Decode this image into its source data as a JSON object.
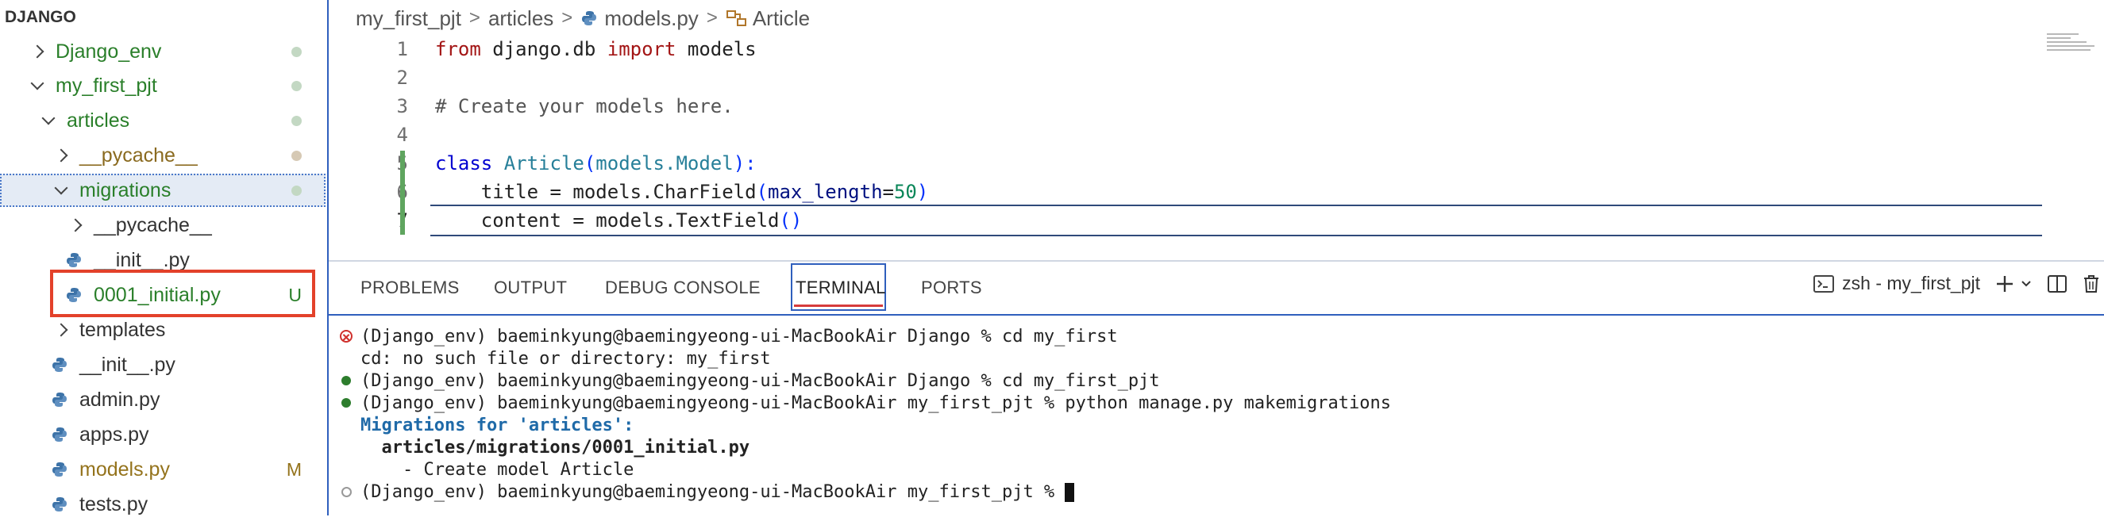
{
  "sidebar": {
    "header": "DJANGO",
    "items": [
      {
        "label": "Django_env",
        "marker": ""
      },
      {
        "label": "my_first_pjt",
        "marker": ""
      },
      {
        "label": "articles",
        "marker": ""
      },
      {
        "label": "__pycache__",
        "marker": ""
      },
      {
        "label": "migrations",
        "marker": ""
      },
      {
        "label": "__pycache__",
        "marker": ""
      },
      {
        "label": "__init__.py",
        "marker": ""
      },
      {
        "label": "0001_initial.py",
        "marker": "U"
      },
      {
        "label": "templates",
        "marker": ""
      },
      {
        "label": "__init__.py",
        "marker": ""
      },
      {
        "label": "admin.py",
        "marker": ""
      },
      {
        "label": "apps.py",
        "marker": ""
      },
      {
        "label": "models.py",
        "marker": "M"
      },
      {
        "label": "tests.py",
        "marker": ""
      }
    ]
  },
  "breadcrumb": {
    "parts": [
      "my_first_pjt",
      "articles",
      "models.py",
      "Article"
    ],
    "separator": ">"
  },
  "editor": {
    "line_numbers": [
      "1",
      "2",
      "3",
      "4",
      "5",
      "6",
      "7"
    ],
    "code": {
      "l1_from": "from",
      "l1_mod": " django.db ",
      "l1_import": "import",
      "l1_rest": " models",
      "l3": "# Create your models here.",
      "l5_class": "class",
      "l5_name": " Article",
      "l5_paren_open": "(",
      "l5_base_mod": "models.",
      "l5_base": "Model",
      "l5_paren_close": "):",
      "l6_pre": "    title = models.CharField",
      "l6_open": "(",
      "l6_param": "max_length",
      "l6_eq": "=",
      "l6_num": "50",
      "l6_close": ")",
      "l7_pre": "    content = models.TextField",
      "l7_parens": "()"
    }
  },
  "panel": {
    "tabs": [
      "PROBLEMS",
      "OUTPUT",
      "DEBUG CONSOLE",
      "TERMINAL",
      "PORTS"
    ],
    "active_tab": "TERMINAL",
    "terminal_name": "zsh - my_first_pjt"
  },
  "terminal": {
    "lines": [
      "(Django_env) baeminkyung@baemingyeong-ui-MacBookAir Django % cd my_first",
      "cd: no such file or directory: my_first",
      "(Django_env) baeminkyung@baemingyeong-ui-MacBookAir Django % cd my_first_pjt",
      "(Django_env) baeminkyung@baemingyeong-ui-MacBookAir my_first_pjt % python manage.py makemigrations",
      "Migrations for 'articles':",
      "  articles/migrations/0001_initial.py",
      "    - Create model Article",
      "(Django_env) baeminkyung@baemingyeong-ui-MacBookAir my_first_pjt % "
    ]
  },
  "colors": {
    "accent": "#2f5fbd",
    "highlight_box": "#e3412a",
    "git_added": "#5fa55f",
    "untracked": "#2a7f2a",
    "modified": "#8a6a1f"
  }
}
